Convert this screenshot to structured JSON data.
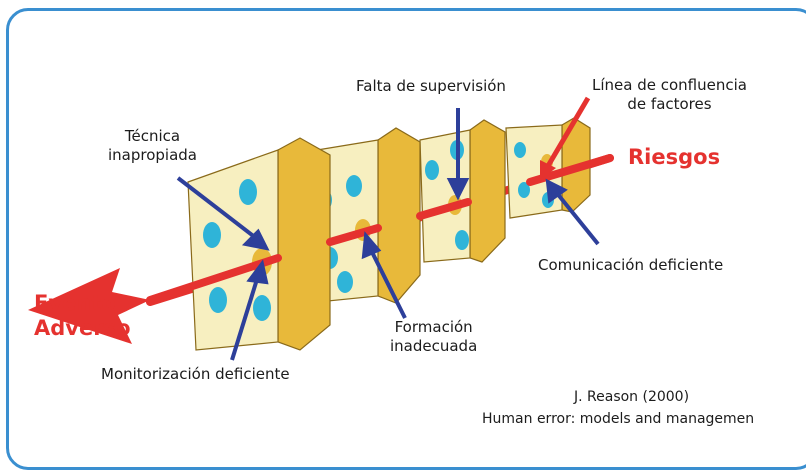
{
  "labels": {
    "falta_supervision": "Falta de supervisión",
    "linea_confluencia": "Línea de confluencia\nde factores",
    "tecnica_inapropiada": "Técnica\ninapropiada",
    "riesgos": "Riesgos",
    "evento_adverso": "Evento\nAdverso",
    "comunicacion_deficiente": "Comunicación deficiente",
    "formacion_inadecuada": "Formación\ninadecuada",
    "monitorizacion_deficiente": "Monitorización deficiente"
  },
  "citation": {
    "author": "J. Reason (2000)",
    "title": "Human error: models and managemen"
  },
  "colors": {
    "border": "#3a8fd0",
    "arrow_red": "#e5322f",
    "pointer_blue": "#2d3f9a",
    "cheese_face": "#f7efc0",
    "cheese_side": "#e8b93a",
    "hole_blue": "#2fb4d8"
  }
}
